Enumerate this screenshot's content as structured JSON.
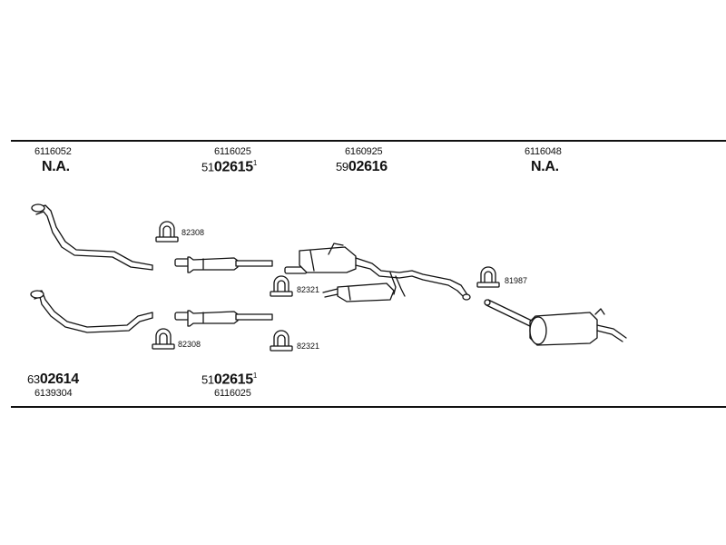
{
  "top_parts": [
    {
      "id": "6116052",
      "code": "N.A.",
      "prefix": "",
      "sup": ""
    },
    {
      "id": "6116025",
      "code": "02615",
      "prefix": "51",
      "sup": "1"
    },
    {
      "id": "6160925",
      "code": "02616",
      "prefix": "59",
      "sup": ""
    },
    {
      "id": "6116048",
      "code": "N.A.",
      "prefix": "",
      "sup": ""
    }
  ],
  "bottom_parts": [
    {
      "id": "6139304",
      "code": "02614",
      "prefix": "63",
      "sup": ""
    },
    {
      "id": "6116025",
      "code": "02615",
      "prefix": "51",
      "sup": "1"
    }
  ],
  "clamps": {
    "upper_left": "82308",
    "lower_left": "82308",
    "middle_upper": "82321",
    "middle_lower": "82321",
    "right": "81987"
  }
}
